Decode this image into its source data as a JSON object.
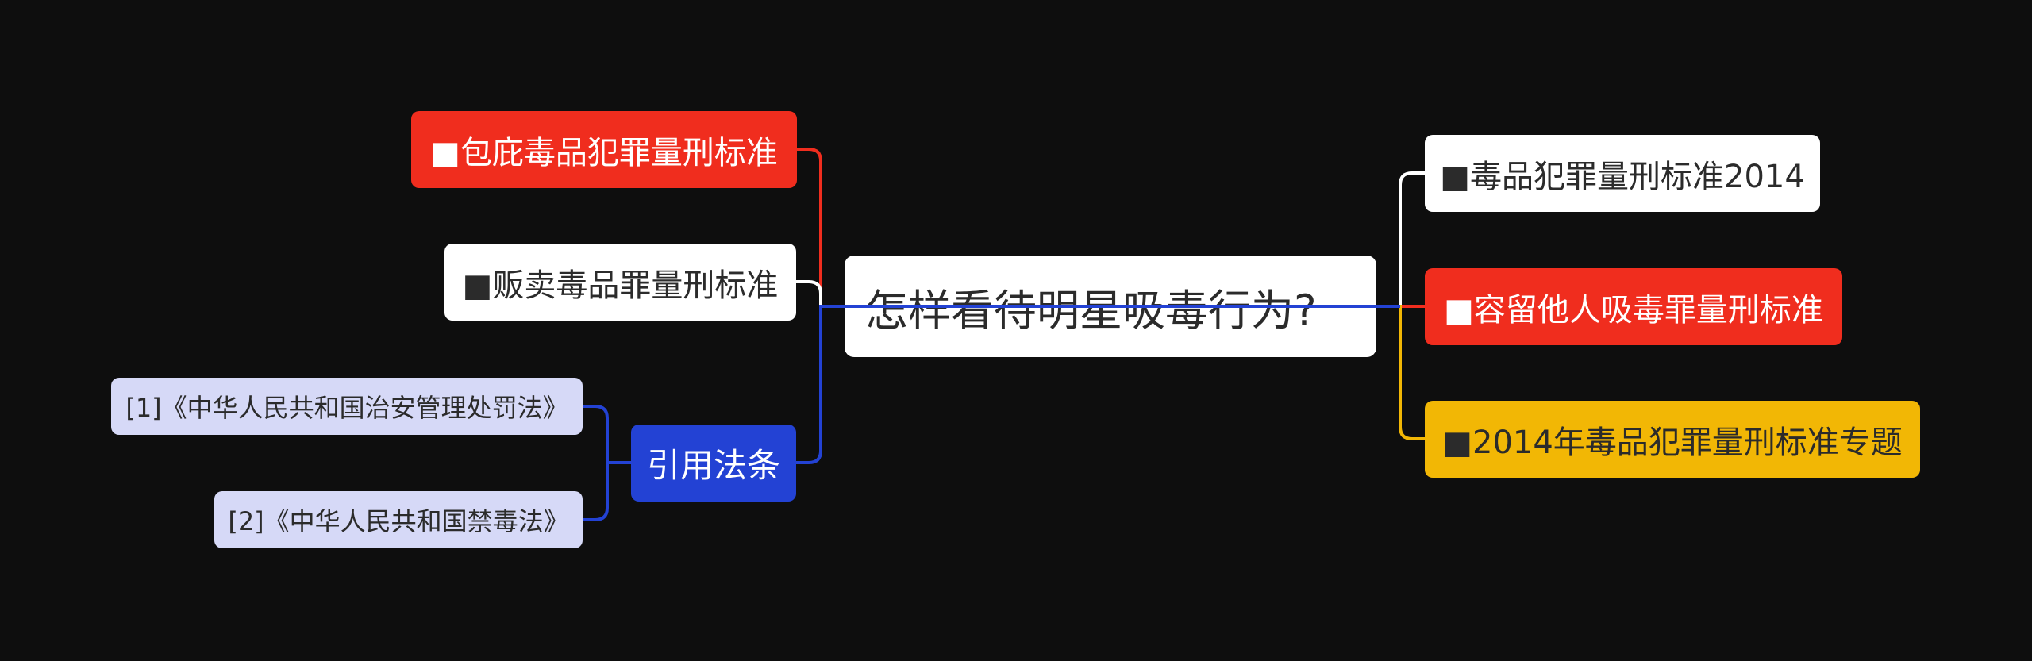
{
  "mindmap": {
    "center": {
      "label": "怎样看待明星吸毒行为?"
    },
    "left": [
      {
        "label": "■包庇毒品犯罪量刑标准",
        "color": "#f02d1e"
      },
      {
        "label": "■贩卖毒品罪量刑标准",
        "color": "#ffffff"
      },
      {
        "label": "引用法条",
        "color": "#2342d4",
        "children": [
          {
            "label": "[1]《中华人民共和国治安管理处罚法》"
          },
          {
            "label": "[2]《中华人民共和国禁毒法》"
          }
        ]
      }
    ],
    "right": [
      {
        "label": "■毒品犯罪量刑标准2014",
        "color": "#ffffff"
      },
      {
        "label": "■容留他人吸毒罪量刑标准",
        "color": "#f02d1e"
      },
      {
        "label": "■2014年毒品犯罪量刑标准专题",
        "color": "#f2b705"
      }
    ],
    "colors": {
      "background": "#0e0e0e",
      "red": "#f02d1e",
      "blue": "#2342d4",
      "yellow": "#f2b705",
      "lavender": "#d6d9f7",
      "white": "#ffffff"
    }
  }
}
